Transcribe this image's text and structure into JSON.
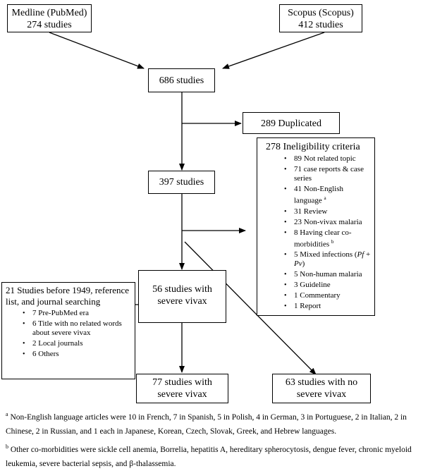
{
  "boxes": {
    "medline": {
      "line1": "Medline (PubMed)",
      "line2": "274 studies"
    },
    "scopus": {
      "line1": "Scopus (Scopus)",
      "line2": "412 studies"
    },
    "combined": "686 studies",
    "duplicated": "289 Duplicated",
    "after_dup": "397 studies",
    "severe_found": {
      "line1": "56 studies with",
      "line2": "severe vivax"
    },
    "final_severe": {
      "line1": "77 studies with",
      "line2": "severe vivax"
    },
    "no_severe": {
      "line1": "63 studies with no",
      "line2": "severe vivax"
    }
  },
  "ineligibility": {
    "title": "278 Ineligibility criteria",
    "items": [
      "89 Not related topic",
      "71 case reports & case series",
      "41 Non-English language",
      "31 Review",
      "23 Non-vivax malaria",
      "8 Having clear co-morbidities",
      "5 Mixed infections (Pf + Pv)",
      "5 Non-human malaria",
      "3 Guideline",
      "1 Commentary",
      "1 Report"
    ],
    "item3_note": "a",
    "item6_note": "b",
    "pf": "Pf",
    "pv": "Pv"
  },
  "other_sources": {
    "title": "21 Studies before 1949, reference list, and journal searching",
    "items": [
      "7 Pre-PubMed era",
      "6 Title with no related words about severe vivax",
      "2 Local journals",
      "6 Others"
    ]
  },
  "footnotes": {
    "a_marker": "a",
    "a_text": "Non-English language articles were 10 in French, 7 in Spanish, 5 in Polish, 4 in German, 3 in Portuguese, 2 in Italian, 2 in Chinese, 2 in Russian, and 1 each in Japanese, Korean, Czech, Slovak, Greek, and Hebrew languages.",
    "b_marker": "b",
    "b_text": "Other co-morbidities were sickle cell anemia, Borrelia, hepatitis A, hereditary spherocytosis, dengue fever, chronic myeloid leukemia, severe bacterial sepsis, and β-thalassemia."
  }
}
